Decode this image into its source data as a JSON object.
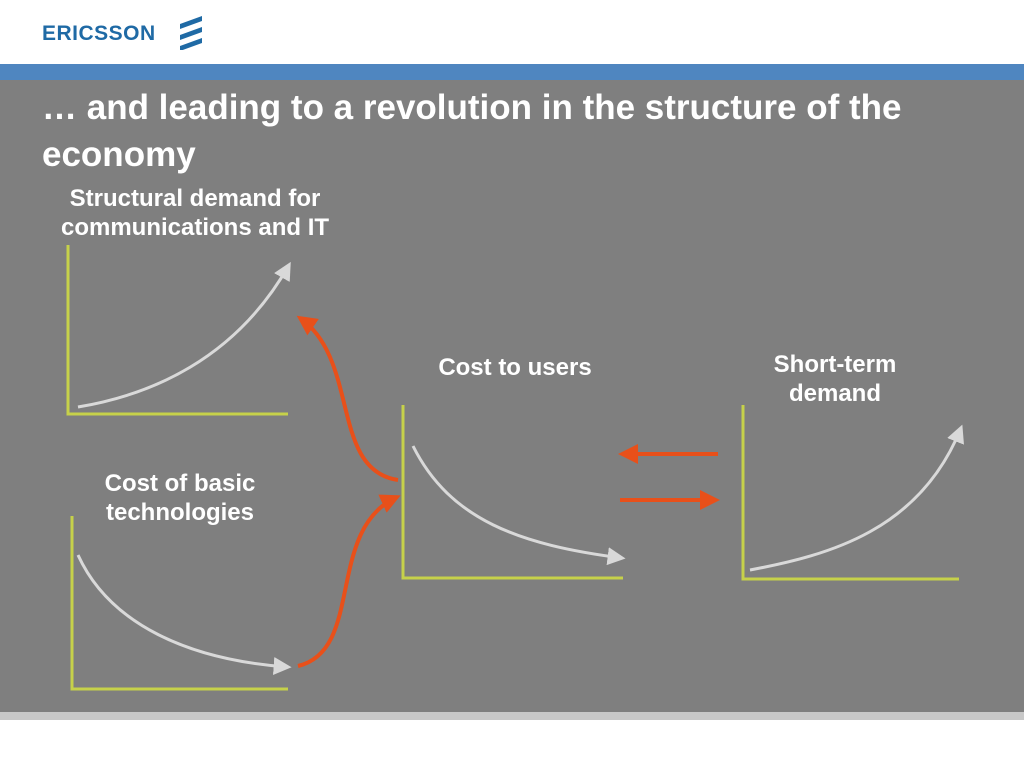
{
  "brand": {
    "name": "ERICSSON",
    "logo_icon": "ericsson-stripes-icon",
    "color": "#1f6aa5"
  },
  "slide": {
    "title": "… and leading to a revolution in the structure of the economy",
    "panels": {
      "structural_demand": {
        "label": "Structural demand for communications and IT",
        "trend": "rising"
      },
      "basic_tech_cost": {
        "label": "Cost of basic technologies",
        "trend": "falling"
      },
      "user_cost": {
        "label": "Cost to users",
        "trend": "falling"
      },
      "short_term_demand": {
        "label": "Short-term demand",
        "trend": "rising"
      }
    }
  },
  "colors": {
    "background": "#7f7f7f",
    "band": "#4f86c0",
    "axis": "#c6d14a",
    "curve": "#d9d9d9",
    "arrow": "#e8501a"
  }
}
